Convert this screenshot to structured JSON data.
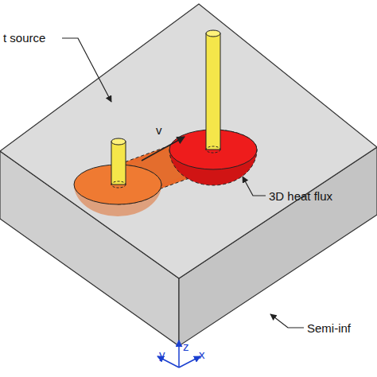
{
  "diagram": {
    "labels": [
      "t source",
      "v",
      "3D heat flux",
      "Semi-inf",
      "z",
      "y",
      "x"
    ]
  }
}
